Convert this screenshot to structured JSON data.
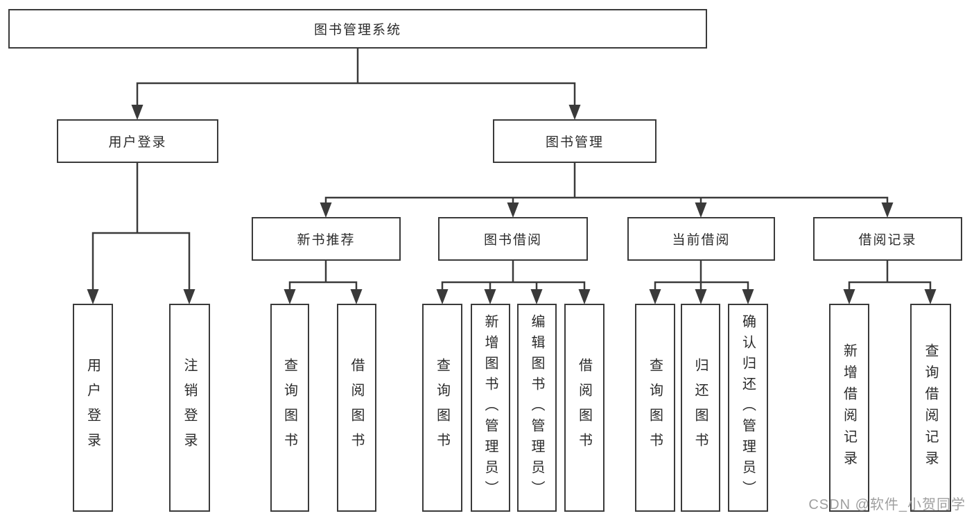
{
  "diagram": {
    "root": "图书管理系统",
    "login_branch": {
      "label": "用户登录",
      "leaves": [
        "用户登录",
        "注销登录"
      ]
    },
    "manage_branch": {
      "label": "图书管理",
      "groups": [
        {
          "label": "新书推荐",
          "leaves": [
            "查询图书",
            "借阅图书"
          ]
        },
        {
          "label": "图书借阅",
          "leaves": [
            "查询图书",
            "新增图书（管理员）",
            "编辑图书（管理员）",
            "借阅图书"
          ]
        },
        {
          "label": "当前借阅",
          "leaves": [
            "查询图书",
            "归还图书",
            "确认归还（管理员）"
          ]
        },
        {
          "label": "借阅记录",
          "leaves": [
            "新增借阅记录",
            "查询借阅记录"
          ]
        }
      ]
    }
  },
  "watermark": "CSDN @软件_小贺同学",
  "colors": {
    "line": "#3a3a3a",
    "text": "#2b2b2b",
    "watermark": "#9f9f9f"
  }
}
